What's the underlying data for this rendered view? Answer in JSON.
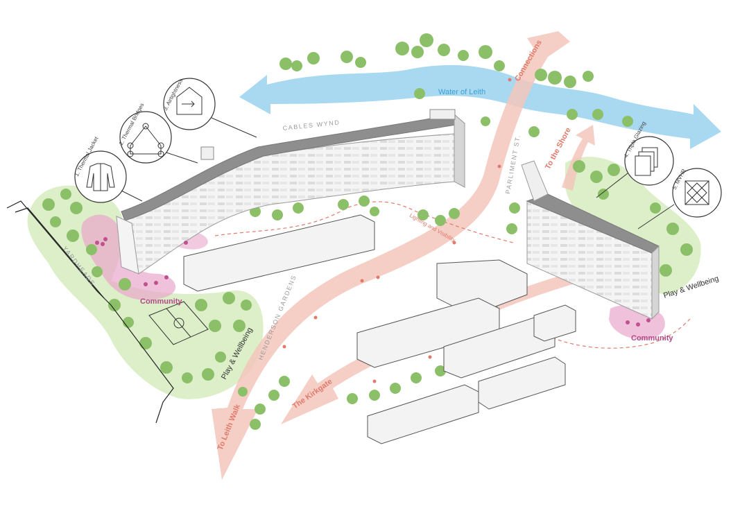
{
  "labels": {
    "water": "Water of Leith",
    "connections": "Connections",
    "to_the_shore": "To the Shore",
    "to_leith_walk": "To Leith Walk",
    "the_kirkgate": "The Kirkgate",
    "lighting": "Lighting and Visibility",
    "community_left": "Community",
    "community_right": "Community",
    "play_left": "Play & Wellbeing",
    "play_right": "Play & Wellbeing"
  },
  "streets": {
    "cables_wynd": "CABLES WYND",
    "parliament": "PARLIMENT ST.",
    "henderson": "HENDERSON GARDENS",
    "yardheads": "YARDHEADS"
  },
  "callouts": [
    {
      "label": "1. Thermal Jacket",
      "icon": "jacket-icon"
    },
    {
      "label": "2. Thermal Bridges",
      "icon": "thermal-bridge-icon"
    },
    {
      "label": "3. Airtightness",
      "icon": "airtightness-icon"
    },
    {
      "label": "4. Triple Glazing",
      "icon": "triple-glazing-icon"
    },
    {
      "label": "5. MVHR",
      "icon": "mvhr-icon"
    }
  ],
  "colors": {
    "route": "#f3c6bc",
    "route_text": "#e07a6a",
    "water": "#a9d9f0",
    "green": "#dcefc8",
    "tree": "#8cc068",
    "community": "#e9a6cb",
    "pink_text": "#b04a86",
    "building": "#efefef",
    "roof": "#8e8e8e"
  }
}
